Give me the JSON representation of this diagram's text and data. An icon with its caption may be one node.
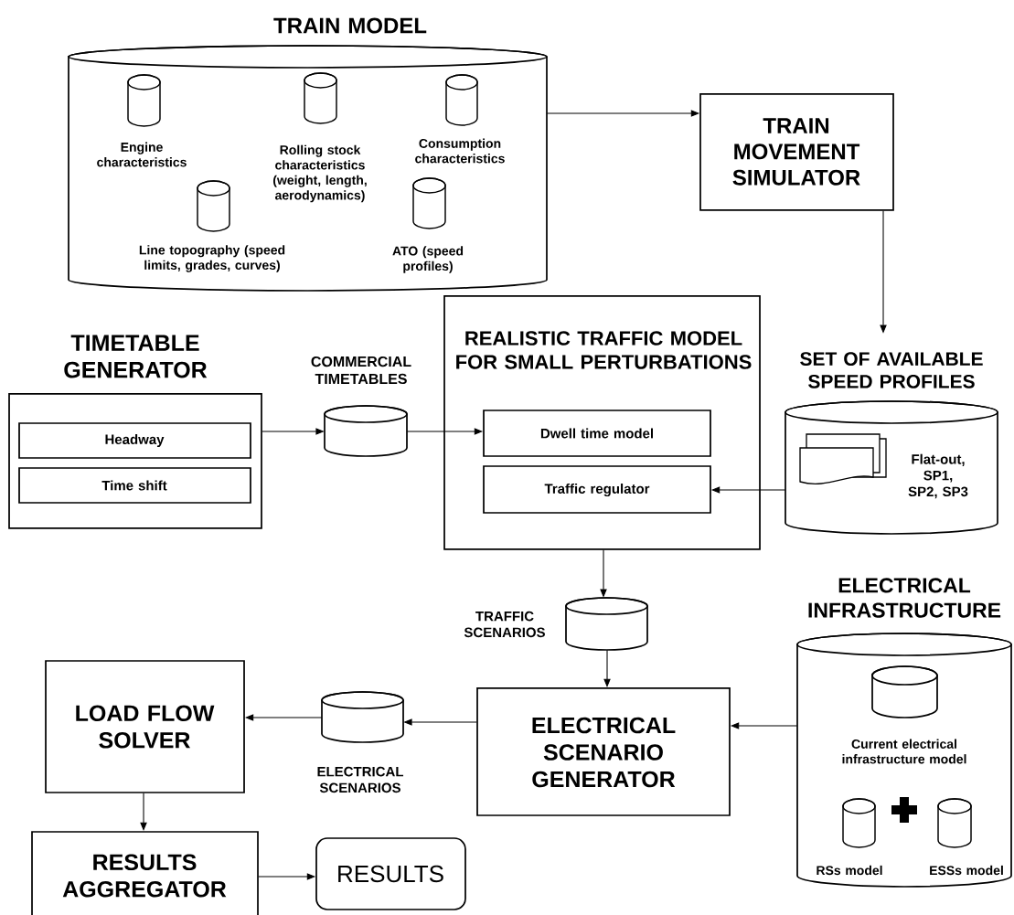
{
  "diagram": {
    "nodes": [
      {
        "text": [
          "TRAIN MODEL"
        ]
      },
      {
        "text": [
          "Engine characteristics"
        ],
        "in": 0
      },
      {
        "text": [
          "Rolling stock characteristics (weight, length, aerodynamics)"
        ],
        "in": 0
      },
      {
        "text": [
          "Consumption characteristics"
        ],
        "in": 0
      },
      {
        "text": [
          "Line topography (speed limits, grades, curves)"
        ],
        "in": 0
      },
      {
        "text": [
          "ATO (speed profiles)"
        ],
        "in": 0
      },
      {
        "text": [
          "TRAIN MOVEMENT SIMULATOR"
        ]
      },
      {
        "text": [
          "TIMETABLE GENERATOR"
        ]
      },
      {
        "text": [
          "Headway"
        ],
        "in": 7
      },
      {
        "text": [
          "Time shift"
        ],
        "in": 7
      },
      {
        "text": [
          "COMMERCIAL TIMETABLES"
        ]
      },
      {
        "text": [
          "REALISTIC TRAFFIC MODEL FOR SMALL PERTURBATIONS"
        ]
      },
      {
        "text": [
          "Dwell time model"
        ],
        "in": 11
      },
      {
        "text": [
          "Traffic regulator"
        ],
        "in": 11
      },
      {
        "text": [
          "SET OF AVAILABLE SPEED PROFILES",
          "Flat-out, SP1, SP2, SP3"
        ]
      },
      {
        "text": [
          "TRAFFIC SCENARIOS"
        ]
      },
      {
        "text": [
          "ELECTRICAL SCENARIO GENERATOR"
        ]
      },
      {
        "text": [
          "ELECTRICAL INFRASTRUCTURE"
        ]
      },
      {
        "text": [
          "Current electrical infrastructure model"
        ],
        "in": 17
      },
      {
        "text": [
          "RSs model"
        ],
        "in": 17
      },
      {
        "text": [
          "ESSs model"
        ],
        "in": 17
      },
      {
        "text": [
          "ELECTRICAL SCENARIOS"
        ]
      },
      {
        "text": [
          "LOAD FLOW SOLVER"
        ]
      },
      {
        "text": [
          "RESULTS AGGREGATOR"
        ]
      },
      {
        "text": [
          "RESULTS"
        ]
      }
    ],
    "edges": [
      {
        "from": 0,
        "to": 6,
        "arrow": "to"
      },
      {
        "from": 6,
        "to": 14,
        "arrow": "to"
      },
      {
        "from": 7,
        "to": 10,
        "arrow": "to"
      },
      {
        "from": 10,
        "to": 12,
        "arrow": "to"
      },
      {
        "from": 14,
        "to": 13,
        "arrow": "to"
      },
      {
        "from": 11,
        "to": 15,
        "arrow": "to"
      },
      {
        "from": 15,
        "to": 16,
        "arrow": "to"
      },
      {
        "from": 17,
        "to": 16,
        "arrow": "to"
      },
      {
        "from": 16,
        "to": 21,
        "arrow": "to"
      },
      {
        "from": 21,
        "to": 22,
        "arrow": "to"
      },
      {
        "from": 22,
        "to": 23,
        "arrow": "to"
      },
      {
        "from": 23,
        "to": 24,
        "arrow": "to"
      }
    ]
  }
}
